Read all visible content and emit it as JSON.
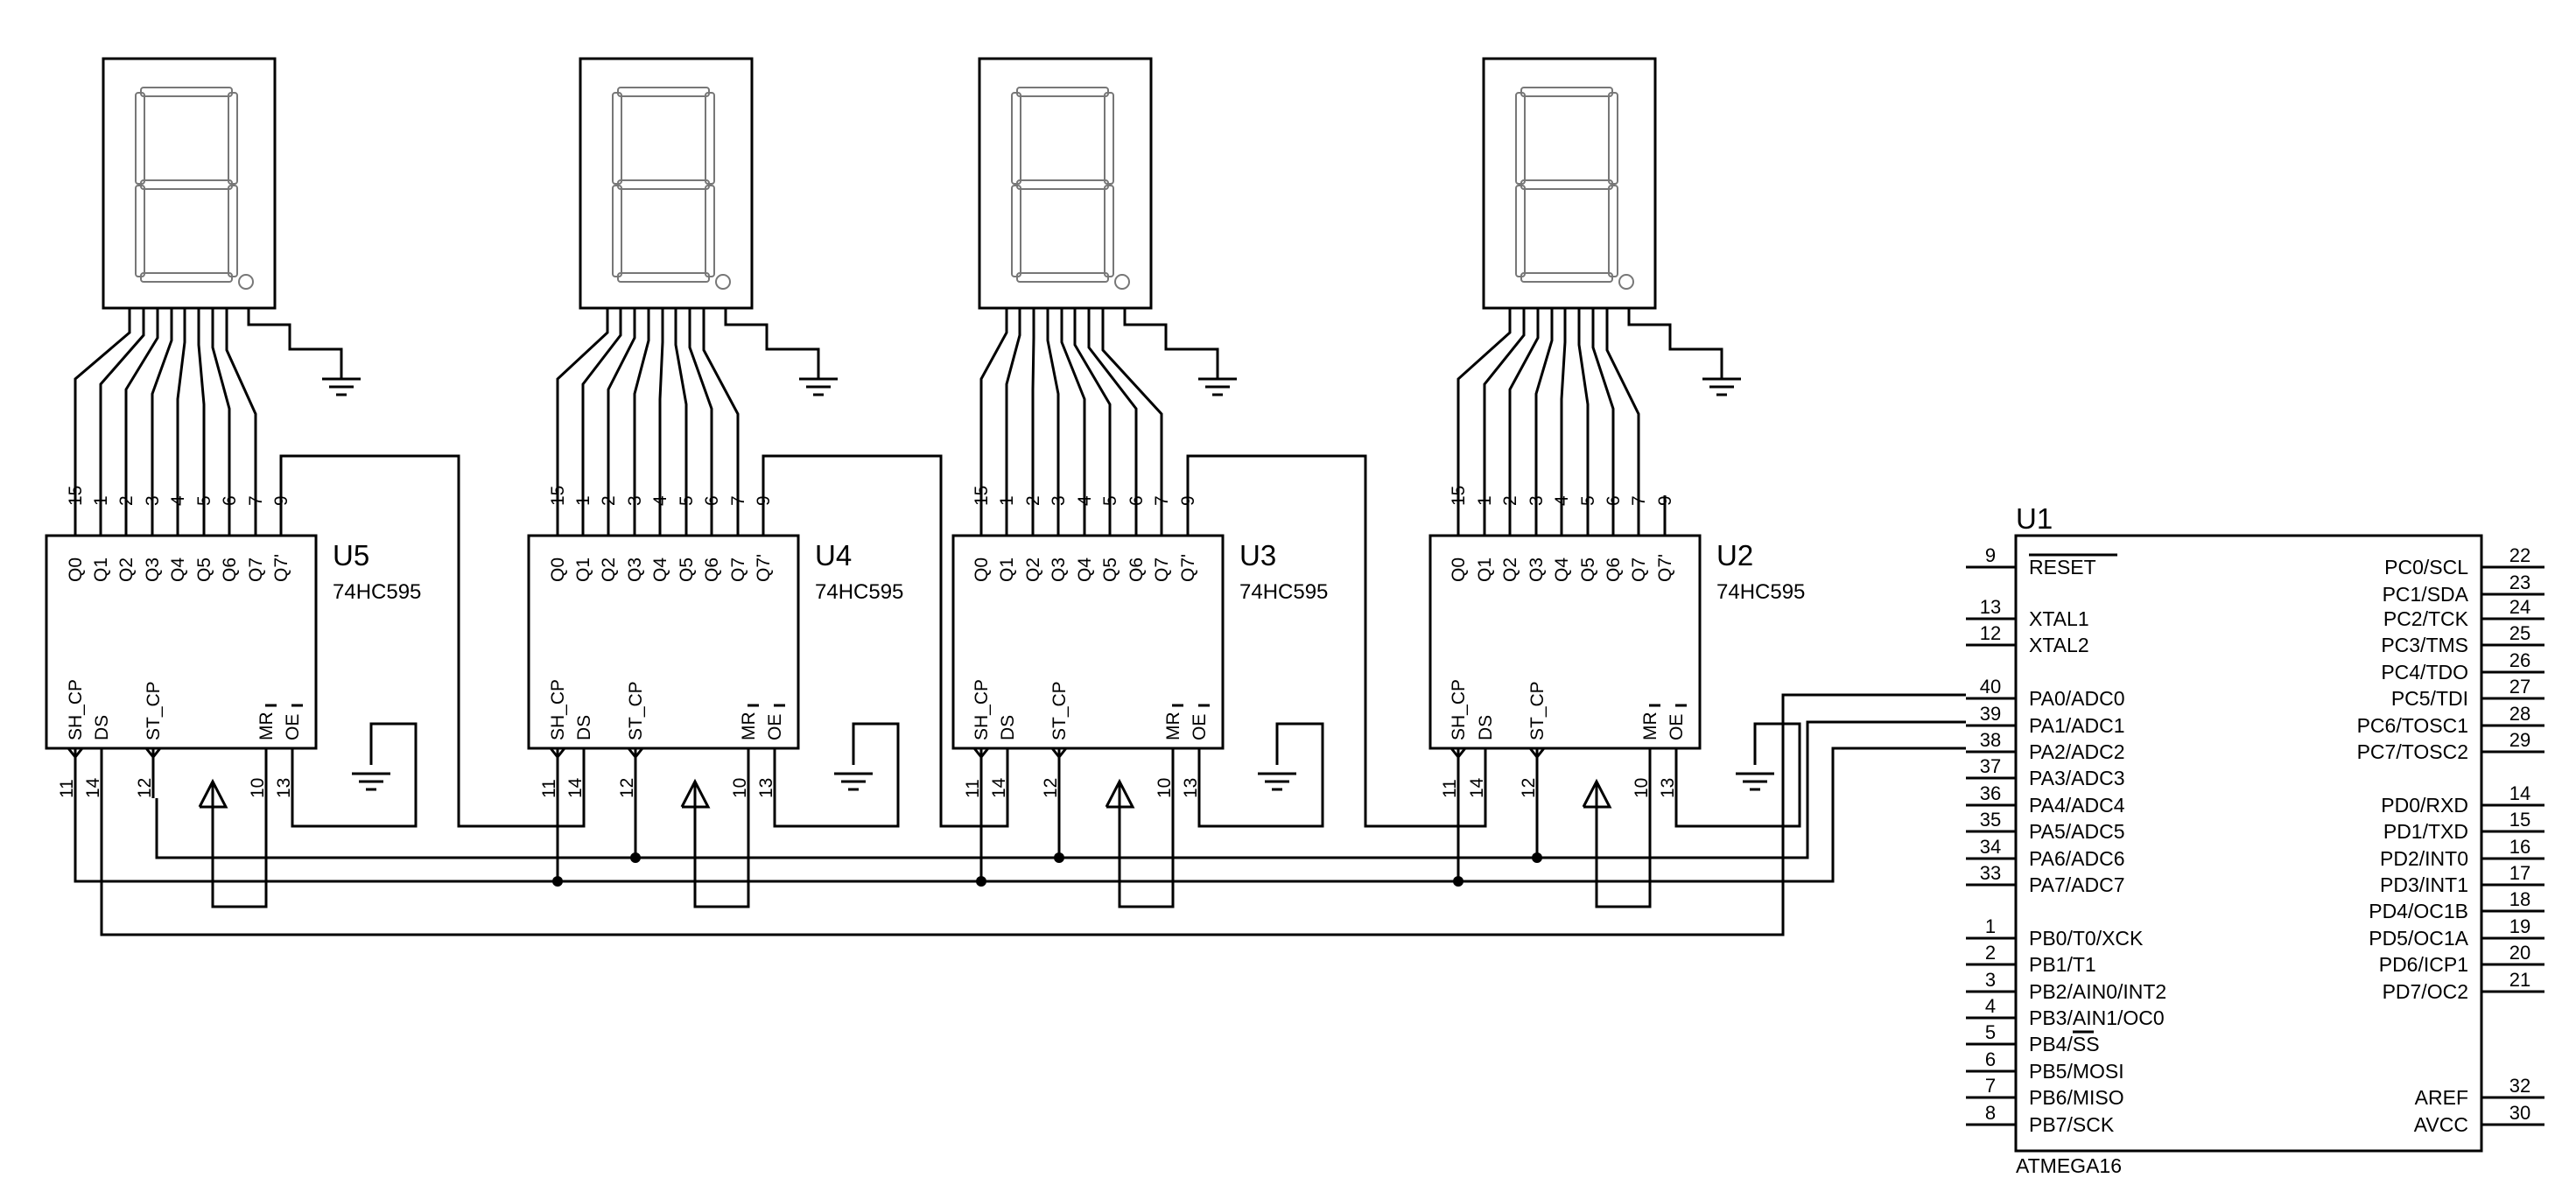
{
  "registers": [
    {
      "ref": "U5",
      "part": "74HC595"
    },
    {
      "ref": "U4",
      "part": "74HC595"
    },
    {
      "ref": "U3",
      "part": "74HC595"
    },
    {
      "ref": "U2",
      "part": "74HC595"
    }
  ],
  "register_top_pins": [
    {
      "num": "15",
      "label": "Q0"
    },
    {
      "num": "1",
      "label": "Q1"
    },
    {
      "num": "2",
      "label": "Q2"
    },
    {
      "num": "3",
      "label": "Q3"
    },
    {
      "num": "4",
      "label": "Q4"
    },
    {
      "num": "5",
      "label": "Q5"
    },
    {
      "num": "6",
      "label": "Q6"
    },
    {
      "num": "7",
      "label": "Q7"
    },
    {
      "num": "9",
      "label": "Q7'"
    }
  ],
  "register_bottom_pins": [
    {
      "num": "11",
      "label": "SH_CP"
    },
    {
      "num": "14",
      "label": "DS"
    },
    {
      "num": "12",
      "label": "ST_CP"
    },
    {
      "num": "10",
      "label": "MR"
    },
    {
      "num": "13",
      "label": "OE"
    }
  ],
  "mcu": {
    "ref": "U1",
    "part": "ATMEGA16",
    "left_pins": [
      {
        "num": "9",
        "label": "RESET",
        "overline": true
      },
      {
        "num": "13",
        "label": "XTAL1"
      },
      {
        "num": "12",
        "label": "XTAL2"
      },
      {
        "num": "40",
        "label": "PA0/ADC0"
      },
      {
        "num": "39",
        "label": "PA1/ADC1"
      },
      {
        "num": "38",
        "label": "PA2/ADC2"
      },
      {
        "num": "37",
        "label": "PA3/ADC3"
      },
      {
        "num": "36",
        "label": "PA4/ADC4"
      },
      {
        "num": "35",
        "label": "PA5/ADC5"
      },
      {
        "num": "34",
        "label": "PA6/ADC6"
      },
      {
        "num": "33",
        "label": "PA7/ADC7"
      },
      {
        "num": "1",
        "label": "PB0/T0/XCK"
      },
      {
        "num": "2",
        "label": "PB1/T1"
      },
      {
        "num": "3",
        "label": "PB2/AIN0/INT2"
      },
      {
        "num": "4",
        "label": "PB3/AIN1/OC0"
      },
      {
        "num": "5",
        "label": "PB4/SS"
      },
      {
        "num": "6",
        "label": "PB5/MOSI"
      },
      {
        "num": "7",
        "label": "PB6/MISO"
      },
      {
        "num": "8",
        "label": "PB7/SCK"
      }
    ],
    "right_pins": [
      {
        "num": "22",
        "label": "PC0/SCL"
      },
      {
        "num": "23",
        "label": "PC1/SDA"
      },
      {
        "num": "24",
        "label": "PC2/TCK"
      },
      {
        "num": "25",
        "label": "PC3/TMS"
      },
      {
        "num": "26",
        "label": "PC4/TDO"
      },
      {
        "num": "27",
        "label": "PC5/TDI"
      },
      {
        "num": "28",
        "label": "PC6/TOSC1"
      },
      {
        "num": "29",
        "label": "PC7/TOSC2"
      },
      {
        "num": "14",
        "label": "PD0/RXD"
      },
      {
        "num": "15",
        "label": "PD1/TXD"
      },
      {
        "num": "16",
        "label": "PD2/INT0"
      },
      {
        "num": "17",
        "label": "PD3/INT1"
      },
      {
        "num": "18",
        "label": "PD4/OC1B"
      },
      {
        "num": "19",
        "label": "PD5/OC1A"
      },
      {
        "num": "20",
        "label": "PD6/ICP1"
      },
      {
        "num": "21",
        "label": "PD7/OC2"
      },
      {
        "num": "32",
        "label": "AREF"
      },
      {
        "num": "30",
        "label": "AVCC"
      }
    ]
  }
}
